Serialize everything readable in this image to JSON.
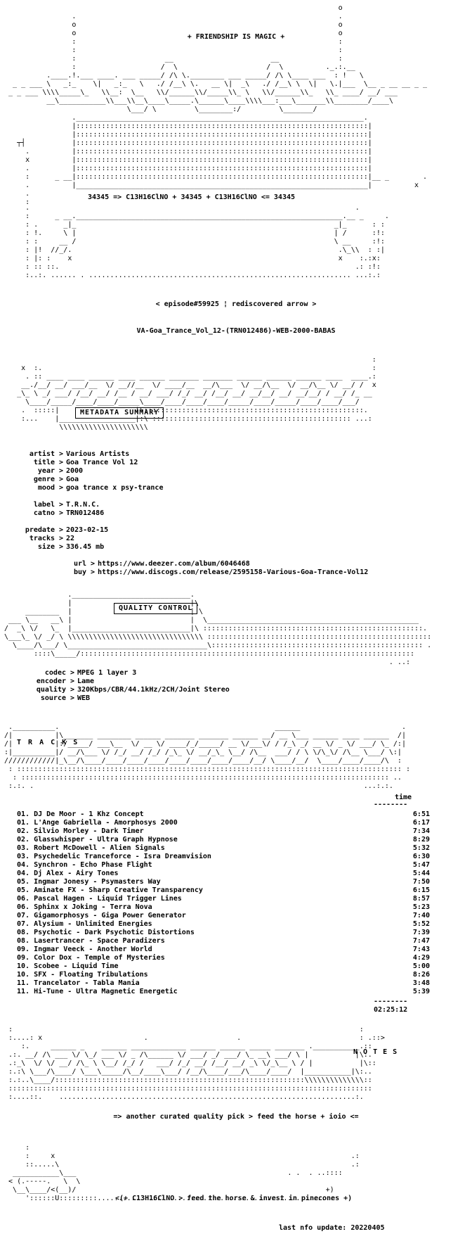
{
  "header": {
    "title": "+ FRIENDSHIP IS MAGIC +",
    "formula": "34345 => C13H16ClNO + 34345 + C13H16ClNO <= 34345",
    "episode": "< episode#59925 ¦ rediscovered arrow >",
    "release": "VA-Goa_Trance_Vol_12-(TRN012486)-WEB-2000-BABAS"
  },
  "metadata": {
    "heading": "METADATA SUMMARY",
    "rows": [
      {
        "k": "artist",
        "v": "Various Artists"
      },
      {
        "k": "title",
        "v": "Goa Trance Vol 12"
      },
      {
        "k": "year",
        "v": "2000"
      },
      {
        "k": "genre",
        "v": "Goa"
      },
      {
        "k": "mood",
        "v": "goa trance x psy-trance"
      },
      {
        "k": "label",
        "v": "T.R.N.C."
      },
      {
        "k": "catno",
        "v": "TRN012486"
      },
      {
        "k": "predate",
        "v": "2023-02-15"
      },
      {
        "k": "tracks",
        "v": "22"
      },
      {
        "k": "size",
        "v": "336.45 mb"
      },
      {
        "k": "url",
        "v": "https://www.deezer.com/album/6046468"
      },
      {
        "k": "buy",
        "v": "https://www.discogs.com/release/2595158-Various-Goa-Trance-Vol12"
      }
    ]
  },
  "quality": {
    "heading": "QUALITY CONTROL",
    "rows": [
      {
        "k": "codec",
        "v": "MPEG 1 layer 3"
      },
      {
        "k": "encoder",
        "v": "Lame"
      },
      {
        "k": "quality",
        "v": "320Kbps/CBR/44.1kHz/2CH/Joint Stereo"
      },
      {
        "k": "source",
        "v": "WEB"
      }
    ]
  },
  "tracks": {
    "heading": "T R A C K S",
    "time_label": "time",
    "time_rule": "--------",
    "total_rule": "--------",
    "total": "02:25:12",
    "items": [
      {
        "name": "01. DJ De Moor - 1 Khz Concept",
        "time": "6:51"
      },
      {
        "name": "01. L'Ange Gabriella - Amorphosys 2000",
        "time": "6:17"
      },
      {
        "name": "02. Silvio Morley - Dark Timer",
        "time": "7:34"
      },
      {
        "name": "02. Glasswhisper - Ultra Graph Hypnose",
        "time": "8:29"
      },
      {
        "name": "03. Robert McDowell - Alien Signals",
        "time": "5:32"
      },
      {
        "name": "03. Psychedelic Tranceforce - Isra Dreamvision",
        "time": "6:30"
      },
      {
        "name": "04. Synchron - Echo Phase Flight",
        "time": "5:47"
      },
      {
        "name": "04. Dj Alex - Airy Tones",
        "time": "5:44"
      },
      {
        "name": "05. Ingmar Jonesy - Psymasters Way",
        "time": "7:50"
      },
      {
        "name": "05. Aminate FX - Sharp Creative Transparency",
        "time": "6:15"
      },
      {
        "name": "06. Pascal Hagen - Liquid Trigger Lines",
        "time": "8:57"
      },
      {
        "name": "06. Sphinx x Joking - Terra Nova",
        "time": "5:23"
      },
      {
        "name": "07. Gigamorphosys - Giga Power Generator",
        "time": "7:40"
      },
      {
        "name": "07. Alysium - Unlimited Energies",
        "time": "5:52"
      },
      {
        "name": "08. Psychotic - Dark Psychotic Distortions",
        "time": "7:39"
      },
      {
        "name": "08. Lasertrancer - Space Paradizers",
        "time": "7:47"
      },
      {
        "name": "09. Ingmar Veeck - Another World",
        "time": "7:43"
      },
      {
        "name": "09. Color Dox - Temple of Mysteries",
        "time": "4:29"
      },
      {
        "name": "10. Scobee - Liquid Time",
        "time": "5:00"
      },
      {
        "name": "10. SFX - Floating Tribulations",
        "time": "8:26"
      },
      {
        "name": "11. Trancelator - Tabla Mania",
        "time": "3:48"
      },
      {
        "name": "11. Hi-Tune - Ultra Magnetic Energetic",
        "time": "5:39"
      }
    ]
  },
  "notes": {
    "heading": "N O T E S",
    "line": "=> another curated quality pick > feed the horse + ioio <=",
    "footer": "<(+ C13H16ClNO > feed the horse & invest in pinecones +)",
    "last_update": "last nfo update: 20220405"
  }
}
